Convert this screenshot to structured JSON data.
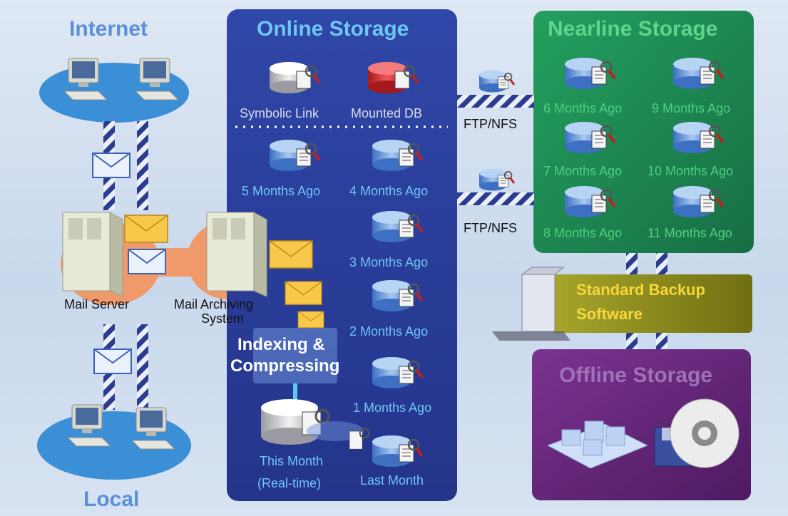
{
  "sections": {
    "internet": "Internet",
    "local": "Local",
    "online": "Online Storage",
    "nearline": "Nearline Storage",
    "backup_line1": "Standard Backup",
    "backup_line2": "Software",
    "offline": "Offline Storage"
  },
  "nodes": {
    "mail_server": "Mail Server",
    "mail_archiving_line1": "Mail Archiving",
    "mail_archiving_line2": "System",
    "indexing_line1": "Indexing &",
    "indexing_line2": "Compressing"
  },
  "online_items": {
    "symbolic_link": "Symbolic Link",
    "mounted_db": "Mounted DB",
    "m5": "5 Months Ago",
    "m4": "4 Months Ago",
    "m3": "3 Months Ago",
    "m2": "2 Months Ago",
    "m1": "1 Months Ago",
    "this_month_line1": "This Month",
    "this_month_line2": "(Real-time)",
    "last_month": "Last Month"
  },
  "links": {
    "ftp_top": "FTP/NFS",
    "ftp_bottom": "FTP/NFS"
  },
  "nearline_items": {
    "m6": "6 Months Ago",
    "m9": "9 Months Ago",
    "m7": "7 Months Ago",
    "m10": "10 Months Ago",
    "m8": "8 Months Ago",
    "m11": "11 Months Ago"
  },
  "colors": {
    "online_panel": "#2a3f9e",
    "nearline_panel": "#1f8a55",
    "backup_panel": "#8f8f22",
    "offline_panel": "#6b2a7e",
    "header_blue": "#5b8fd8",
    "online_label": "#6fc6f5",
    "nearline_label": "#4fcf7c"
  }
}
